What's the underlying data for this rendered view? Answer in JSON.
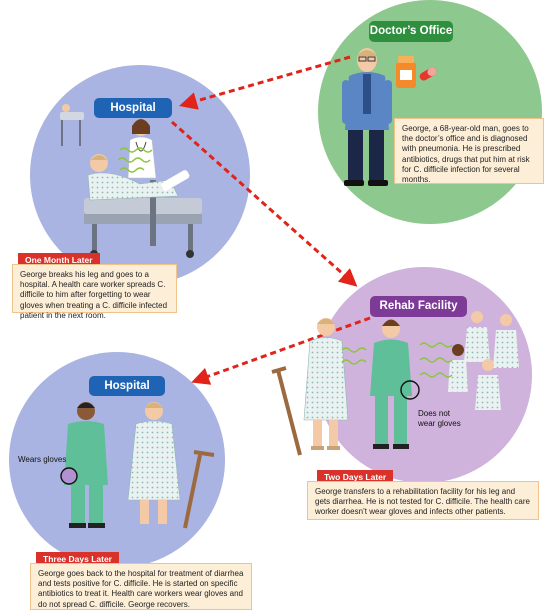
{
  "colors": {
    "doctor_circle": "#8dc88e",
    "hospital_circle": "#aab4e2",
    "rehab_circle": "#cfb3dc",
    "arrow": "#e2231a",
    "doctor_label": "#2f8f3e",
    "hospital_label": "#1f63b5",
    "rehab_label": "#7d3a97",
    "tag": "#d9322b",
    "caption_bg": "#fdeed8",
    "germ_line": "#8cc63f"
  },
  "stages": {
    "doctor": {
      "label": "Doctor’s Office",
      "caption": "George, a 68-year-old man, goes to the doctor’s office and is diagnosed with pneumonia. He is prescribed antibiotics, drugs that put him at risk for C. difficile infection for several months."
    },
    "hospital1": {
      "label": "Hospital",
      "tag": "One Month Later",
      "caption": "George breaks his leg and goes to a hospital. A health care worker spreads C. difficile to him after forgetting to wear gloves when treating a C. difficile infected patient in the next room."
    },
    "rehab": {
      "label": "Rehab Facility",
      "tag": "Two Days Later",
      "annotation": "Does not wear gloves",
      "caption": "George transfers to a rehabilitation facility for his leg and gets diarrhea. He is not tested for C. difficile. The health care worker doesn’t wear gloves and infects other patients."
    },
    "hospital2": {
      "label": "Hospital",
      "tag": "Three Days Later",
      "annotation": "Wears gloves",
      "caption": "George goes back to the hospital for treatment of diarrhea and tests positive for C. difficile. He is started on specific antibiotics to treat it. Health care workers wear gloves and do not spread C. difficile. George recovers."
    }
  },
  "icons": [
    "pill-bottle-icon",
    "capsule-icon",
    "crutch-icon",
    "germ-wave-icon",
    "arrow-icon"
  ]
}
